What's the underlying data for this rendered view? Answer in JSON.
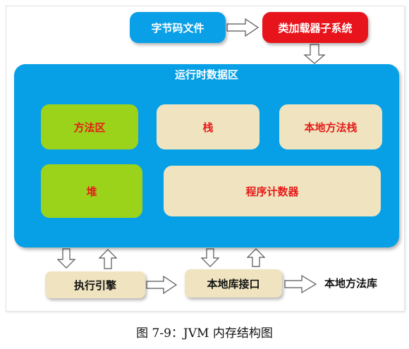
{
  "diagram": {
    "bytecode_file": "字节码文件",
    "class_loader": "类加载器子系统",
    "runtime_data_area": {
      "title": "运行时数据区",
      "method_area": "方法区",
      "stack": "栈",
      "native_method_stack": "本地方法栈",
      "heap": "堆",
      "program_counter": "程序计数器"
    },
    "execution_engine": "执行引擎",
    "native_interface": "本地库接口",
    "native_library": "本地方法库"
  },
  "caption": "图 7-9：JVM 内存结构图",
  "colors": {
    "blue": "#079fe6",
    "red": "#e8141c",
    "green": "#9bd31a",
    "beige": "#efe4bf",
    "label_red": "#e61a1a"
  }
}
